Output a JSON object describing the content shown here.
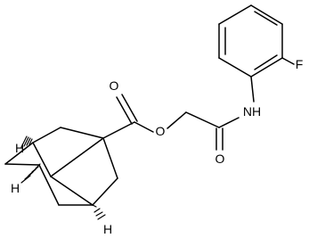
{
  "structure": {
    "atoms": {
      "o_carbonyl_ester": "O",
      "o_ester": "O",
      "o_carbonyl_amide": "O",
      "n_amide": "NH",
      "fluorine": "F",
      "h_top": "H",
      "h_left": "H",
      "h_bottom": "H"
    }
  },
  "colors": {
    "bond": "#000000",
    "background": "#ffffff"
  }
}
